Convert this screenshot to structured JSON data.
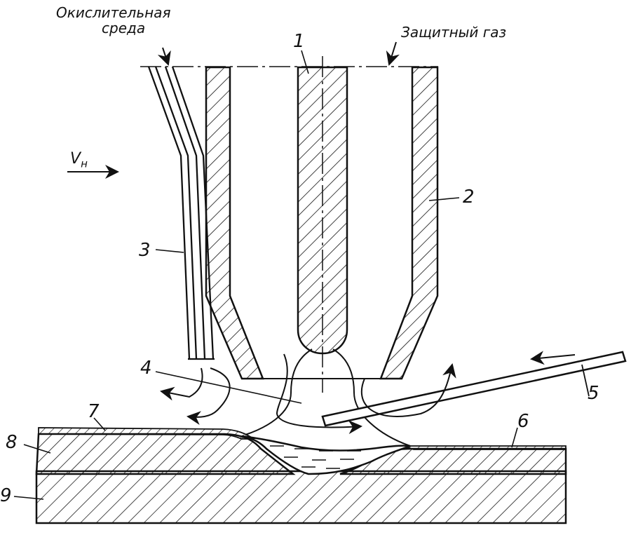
{
  "labels": {
    "oxidizing_env": "Окислительная\nсреда",
    "oxidizing_env_line1": "Окислительная",
    "oxidizing_env_line2": "среда",
    "shield_gas": "Защитный газ",
    "velocity": "V",
    "velocity_sub": "н",
    "n1": "1",
    "n2": "2",
    "n3": "3",
    "n4": "4",
    "n5": "5",
    "n6": "6",
    "n7": "7",
    "n8": "8",
    "n9": "9"
  },
  "colors": {
    "ink": "#111111",
    "paper": "#ffffff"
  }
}
